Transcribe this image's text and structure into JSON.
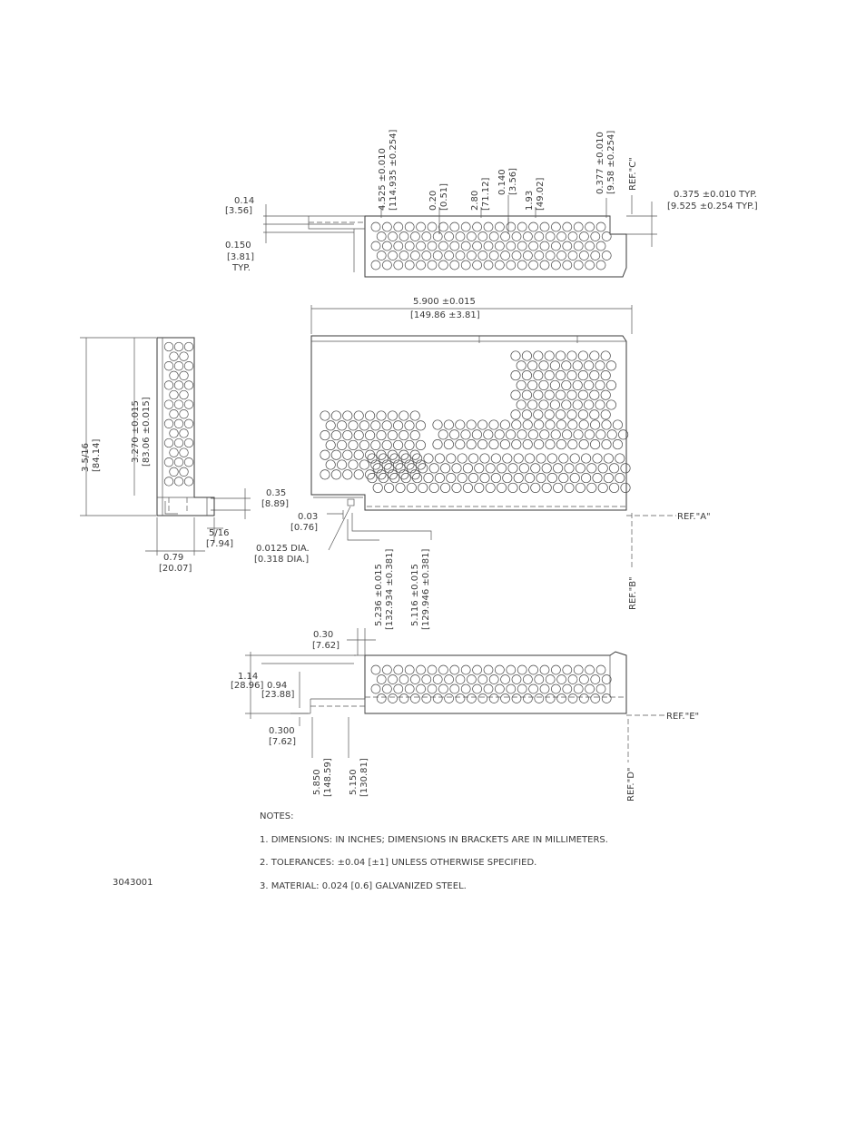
{
  "drawing": {
    "top_view": {
      "dim_014": "0.14",
      "dim_014_mm": "[3.56]",
      "dim_0150": "0.150",
      "dim_0150_mm": "[3.81]",
      "dim_0150_typ": "TYP.",
      "dim_4525": "4.525 ±0.010",
      "dim_4525_mm": "[114.935 ±0.254]",
      "dim_020": "0.20",
      "dim_020_mm": "[0.51]",
      "dim_280": "2.80",
      "dim_280_mm": "[71.12]",
      "dim_0140": "0.140",
      "dim_0140_mm": "[3.56]",
      "dim_193": "1.93",
      "dim_193_mm": "[49.02]",
      "dim_0377": "0.377 ±0.010",
      "dim_0377_mm": "[9.58 ±0.254]",
      "ref_c": "REF.\"C\"",
      "dim_0375": "0.375 ±0.010 TYP.",
      "dim_0375_mm": "[9.525 ±0.254 TYP.]"
    },
    "main_view": {
      "dim_5900": "5.900 ±0.015",
      "dim_5900_mm": "[149.86 ±3.81]",
      "dim_035": "0.35",
      "dim_035_mm": "[8.89]",
      "dim_003": "0.03",
      "dim_003_mm": "[0.76]",
      "dim_00125": "0.0125 DIA.",
      "dim_00125_mm": "[0.318 DIA.]",
      "dim_5236": "5.236 ±0.015",
      "dim_5236_mm": "[132.934 ±0.381]",
      "dim_5116": "5.116 ±0.015",
      "dim_5116_mm": "[129.946 ±0.381]",
      "ref_a": "REF.\"A\"",
      "ref_b": "REF.\"B\""
    },
    "side_view": {
      "dim_3516": "3 5/16",
      "dim_3516_mm": "[84.14]",
      "dim_3270": "3.270 ±0.015",
      "dim_3270_mm": "[83.06 ±0.015]",
      "dim_516": "5/16",
      "dim_516_mm": "[7.94]",
      "dim_079": "0.79",
      "dim_079_mm": "[20.07]"
    },
    "bottom_view": {
      "dim_030": "0.30",
      "dim_030_mm": "[7.62]",
      "dim_114": "1.14",
      "dim_114_mm": "[28.96]",
      "dim_094": "0.94",
      "dim_094_mm": "[23.88]",
      "dim_0300": "0.300",
      "dim_0300_mm": "[7.62]",
      "dim_5850": "5.850",
      "dim_5850_mm": "[148.59]",
      "dim_5150": "5.150",
      "dim_5150_mm": "[130.81]",
      "ref_e": "REF.\"E\"",
      "ref_d": "REF.\"D\""
    }
  },
  "notes": {
    "heading": "NOTES:",
    "note1": "1.   DIMENSIONS: IN INCHES; DIMENSIONS IN BRACKETS ARE IN MILLIMETERS.",
    "note2": "2. TOLERANCES: ±0.04 [±1] UNLESS OTHERWISE SPECIFIED.",
    "note3": "3. MATERIAL: 0.024 [0.6] GALVANIZED STEEL."
  },
  "figure_id": "3043001"
}
